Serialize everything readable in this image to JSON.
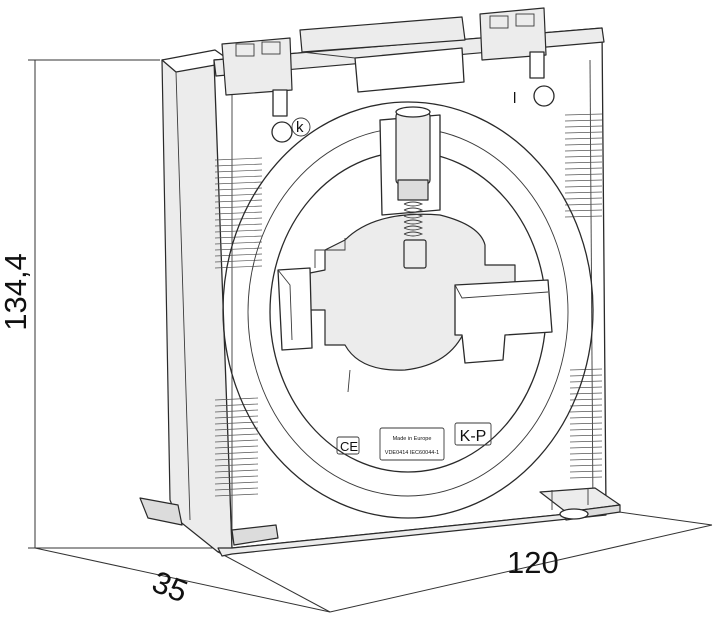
{
  "dimensions": {
    "height": "134,4",
    "depth": "35",
    "width": "120"
  },
  "markings": {
    "ce": "CE",
    "made_in": "Made in Europe",
    "standard": "VDE0414 IEC60044-1",
    "brand": "K-P",
    "terminal_k": "k",
    "terminal_l": "l"
  }
}
